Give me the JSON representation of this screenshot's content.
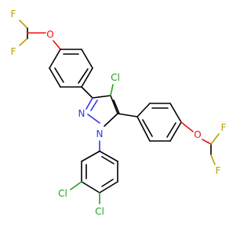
{
  "colors": {
    "carbon": "#000000",
    "nitrogen": "#3333ee",
    "oxygen": "#ee1111",
    "fluorine": "#b5a100",
    "chlorine": "#22a022"
  },
  "atoms": {
    "f_top_1": "F",
    "f_top_2": "F",
    "o_top": "O",
    "cl_pyrazole": "Cl",
    "o_right": "O",
    "f_right_1": "F",
    "f_right_2": "F",
    "n_2": "N",
    "n_1": "N",
    "cl_phenyl_3": "Cl",
    "cl_phenyl_4": "Cl"
  }
}
